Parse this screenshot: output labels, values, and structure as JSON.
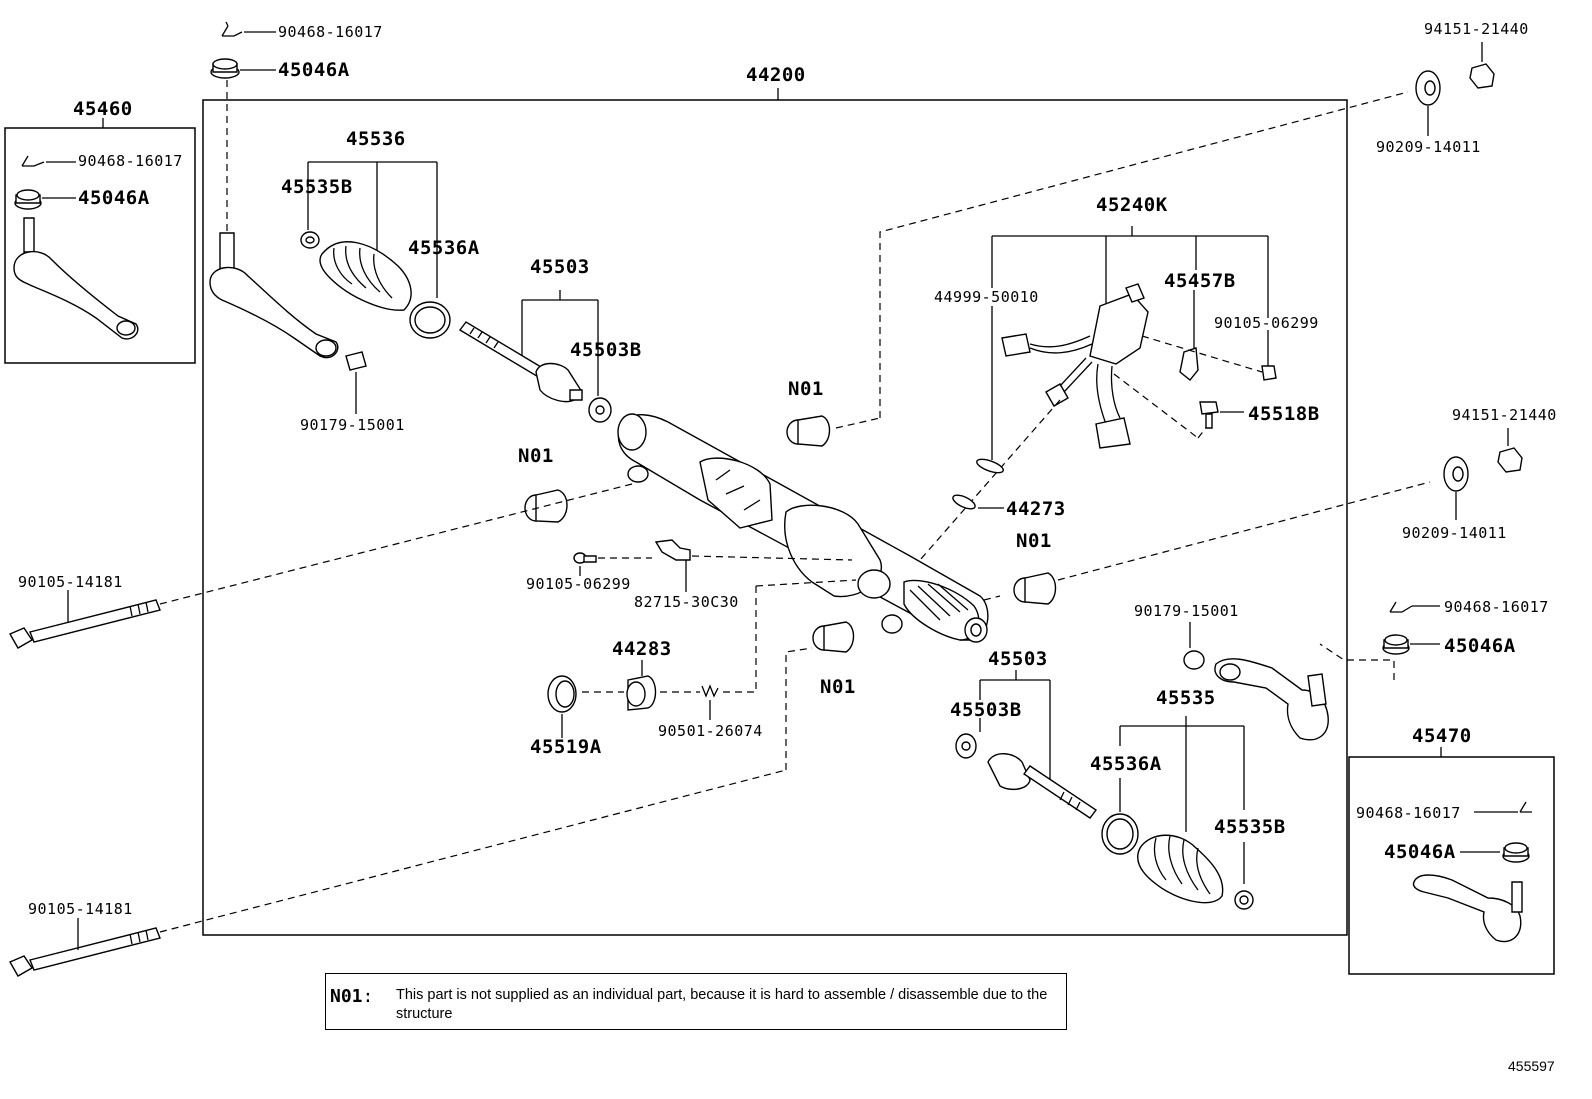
{
  "figure_id": "455597",
  "note": {
    "tag": "N01",
    "separator": ":",
    "text": "This part is not supplied as an individual part, because it is hard to assemble / disassemble  due to the structure"
  },
  "labels": {
    "assy_main": "44200",
    "tie_rod_end_lh": "45460",
    "tie_rod_end_rh": "45470",
    "cotter_pin_top": "90468-16017",
    "nut_top": "45046A",
    "lh_box_cotter": "90468-16017",
    "lh_box_nut": "45046A",
    "boot_set_lh": "45536",
    "clamp_lh": "45535B",
    "clip_lh": "45536A",
    "tie_rod_lh": "45503",
    "washer_lh": "45503B",
    "nut_lh": "90179-15001",
    "bushing_upper": "N01",
    "bushing_mid_left": "N01",
    "bushing_right": "N01",
    "bushing_lower": "N01",
    "bolt_left_upper": "90105-14181",
    "bolt_left_lower": "90105-14181",
    "bolt_small": "90105-06299",
    "sensor_bracket": "82715-30C30",
    "plug": "44283",
    "oil_seal": "45519A",
    "spring": "90501-26074",
    "motor_assy": "45240K",
    "oring_motor": "44999-50010",
    "bracket_motor": "45457B",
    "screw_motor": "90105-06299",
    "bolt_motor": "45518B",
    "oring_lower": "44273",
    "nut_rh_upper": "94151-21440",
    "washer_rh_upper": "90209-14011",
    "nut_rh_mid": "94151-21440",
    "washer_rh_mid": "90209-14011",
    "cotter_rh": "90468-16017",
    "nut_rh": "45046A",
    "nut_rh_lower": "90179-15001",
    "tie_rod_rh": "45503",
    "washer_rh": "45503B",
    "boot_rh": "45535",
    "clip_rh": "45536A",
    "clamp_rh": "45535B",
    "rh_box_cotter": "90468-16017",
    "rh_box_nut": "45046A"
  }
}
